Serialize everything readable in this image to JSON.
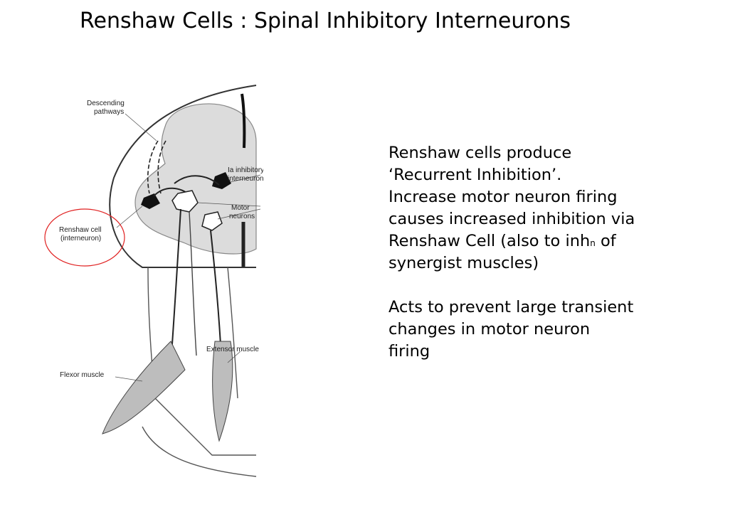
{
  "title": "Renshaw Cells : Spinal Inhibitory Interneurons",
  "diagram": {
    "labels": {
      "descending": [
        "Descending",
        "pathways"
      ],
      "ia": [
        "Ia inhibitory",
        "interneuron"
      ],
      "motor": [
        "Motor",
        "neurons"
      ],
      "renshaw": [
        "Renshaw cell",
        "(interneuron)"
      ],
      "extensor": "Extensor muscle",
      "flexor": "Flexor muscle"
    },
    "highlight_color": "#e02020"
  },
  "text": {
    "p1_line1": "Renshaw cells produce",
    "p1_line2": "‘Recurrent Inhibition’.",
    "p1_line3": "Increase motor neuron firing",
    "p1_line4": "causes increased inhibition via",
    "p1_line5_a": "Renshaw Cell (also to inh",
    "p1_line5_sup": "n",
    "p1_line5_b": " of",
    "p1_line6": "synergist muscles)",
    "p2_line1": "Acts to prevent large transient",
    "p2_line2": "changes in motor neuron",
    "p2_line3": "firing"
  }
}
